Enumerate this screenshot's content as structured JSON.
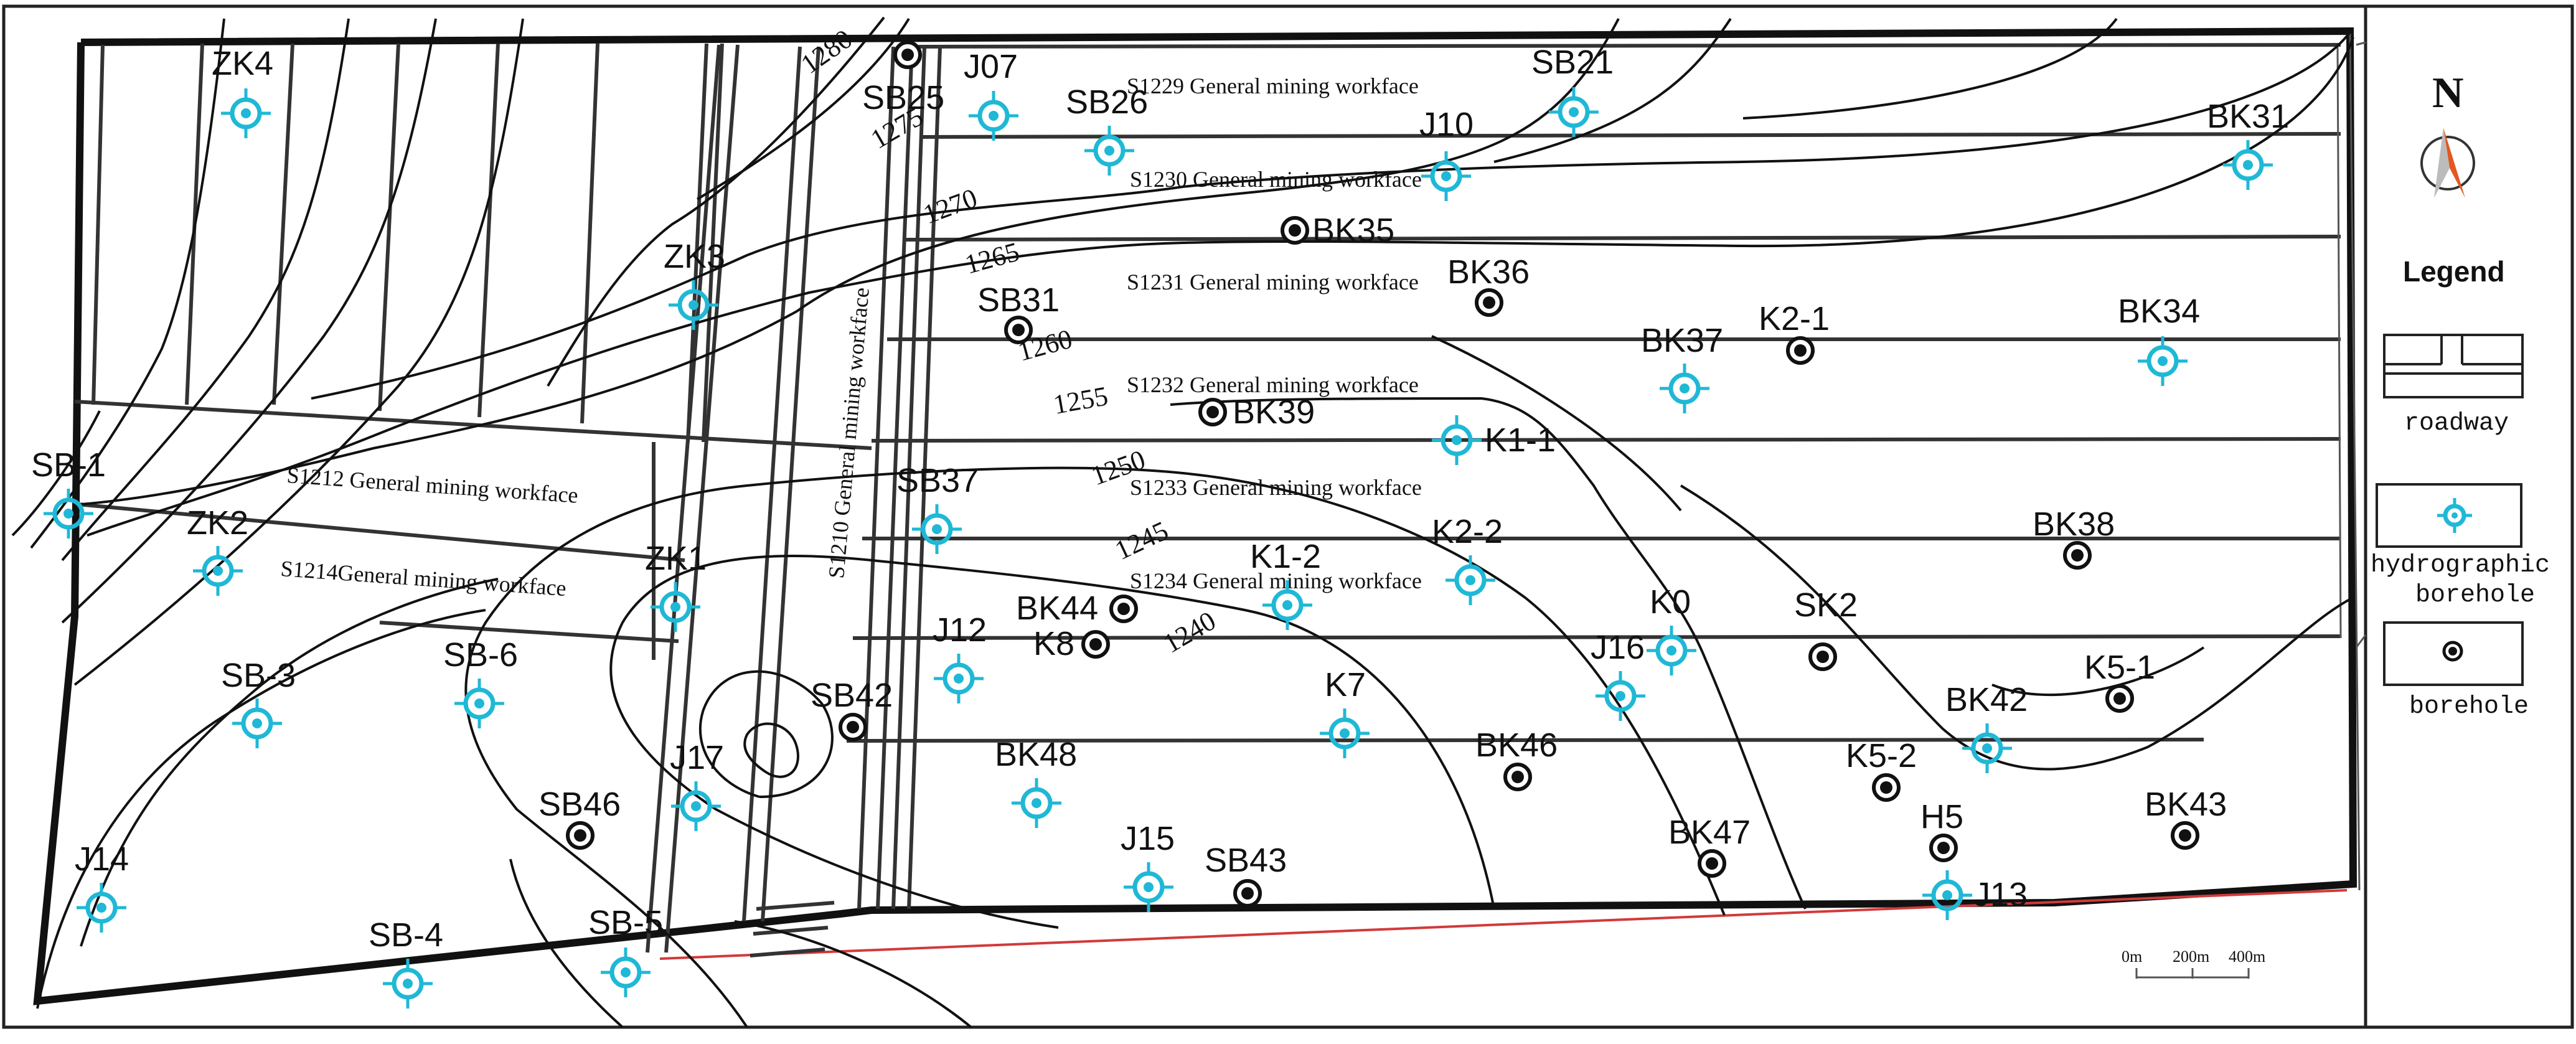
{
  "map": {
    "contour_labels": [
      "1280",
      "1275",
      "1270",
      "1265",
      "1260",
      "1255",
      "1250",
      "1245",
      "1240"
    ],
    "workfaces": [
      "S1229 General mining workface",
      "S1230 General mining workface",
      "S1231 General mining workface",
      "S1232 General mining workface",
      "S1233 General mining workface",
      "S1234 General mining workface",
      "S1212 General mining workface",
      "S1214General mining workface",
      "S1210 General mining workface"
    ],
    "hydrographic_boreholes": [
      "ZK4",
      "J07",
      "SB26",
      "SB21",
      "J10",
      "BK31",
      "ZK3",
      "BK37",
      "BK34",
      "K1-1",
      "SB-1",
      "ZK2",
      "SB37",
      "ZK1",
      "K2-2",
      "K1-2",
      "J12",
      "K0",
      "J16",
      "SB-3",
      "SB-6",
      "K7",
      "BK42",
      "J17",
      "BK48",
      "J14",
      "J15",
      "J13",
      "SB-4",
      "SB-5"
    ],
    "boreholes": [
      "SB25",
      "BK35",
      "BK36",
      "SB31",
      "K2-1",
      "BK39",
      "BK38",
      "BK44",
      "K8",
      "SK2",
      "K5-1",
      "SB42",
      "BK46",
      "K5-2",
      "H5",
      "SB46",
      "BK47",
      "BK43",
      "SB43"
    ]
  },
  "north_arrow": {
    "label": "N"
  },
  "legend": {
    "title": "Legend",
    "items": [
      {
        "icon": "roadway-icon",
        "label": "roadway"
      },
      {
        "icon": "hydrographic-borehole-icon",
        "label": "hydrographic borehole"
      },
      {
        "icon": "borehole-icon",
        "label": "borehole"
      }
    ]
  },
  "scale_bar": {
    "labels": [
      "0m",
      "200m",
      "400m"
    ]
  },
  "colors": {
    "hydrographic_borehole": "#1fb8d6",
    "borehole": "#111111",
    "boundary_accent": "#d23a3a"
  }
}
